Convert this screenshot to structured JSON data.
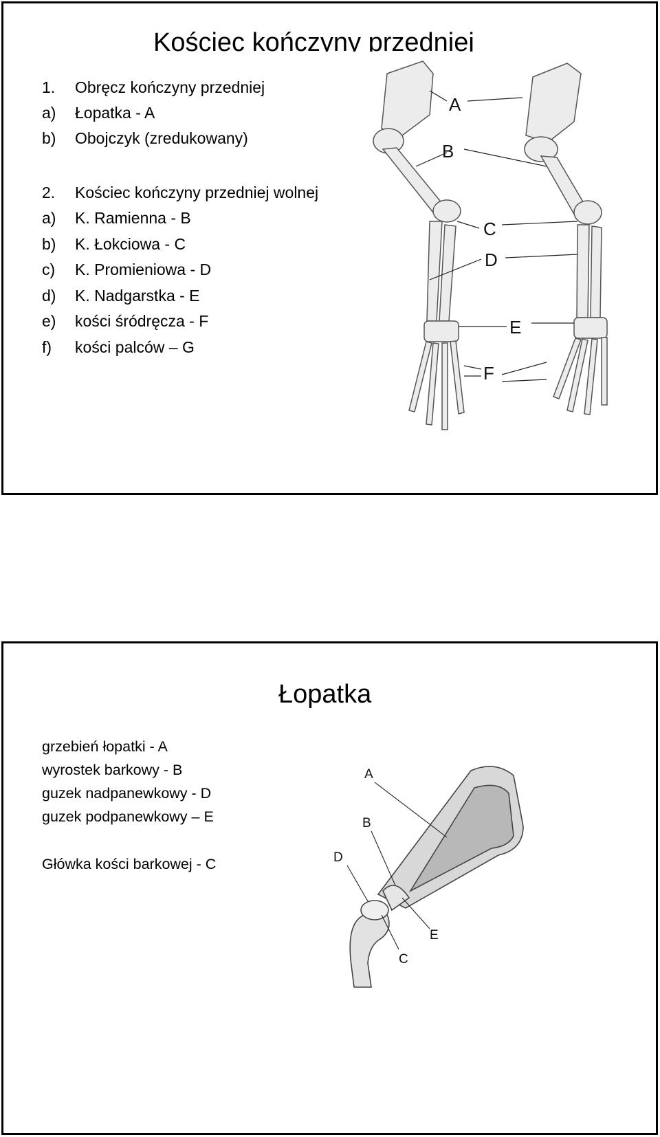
{
  "slide1": {
    "title": "Kościec kończyny przedniej",
    "items": [
      {
        "num": "1.",
        "text": "Obręcz kończyny przedniej"
      },
      {
        "num": "a)",
        "text": "Łopatka - A"
      },
      {
        "num": "b)",
        "text": "Obojczyk (zredukowany)"
      },
      {
        "num": "2.",
        "text": "Kościec kończyny przedniej wolnej"
      },
      {
        "num": "a)",
        "text": "K. Ramienna - B"
      },
      {
        "num": "b)",
        "text": "K. Łokciowa - C"
      },
      {
        "num": "c)",
        "text": "K. Promieniowa - D"
      },
      {
        "num": "d)",
        "text": "K. Nadgarstka - E"
      },
      {
        "num": "e)",
        "text": "kości śródręcza - F"
      },
      {
        "num": "f)",
        "text": "kości palców – G"
      }
    ],
    "figure_labels": [
      "A",
      "B",
      "C",
      "D",
      "E",
      "F"
    ]
  },
  "slide2": {
    "title": "Łopatka",
    "lines": [
      "grzebień łopatki - A",
      "wyrostek barkowy - B",
      "guzek nadpanewkowy - D",
      "guzek podpanewkowy – E",
      "Główka kości barkowej - C"
    ],
    "figure_labels": [
      "A",
      "B",
      "D",
      "E",
      "C"
    ]
  }
}
